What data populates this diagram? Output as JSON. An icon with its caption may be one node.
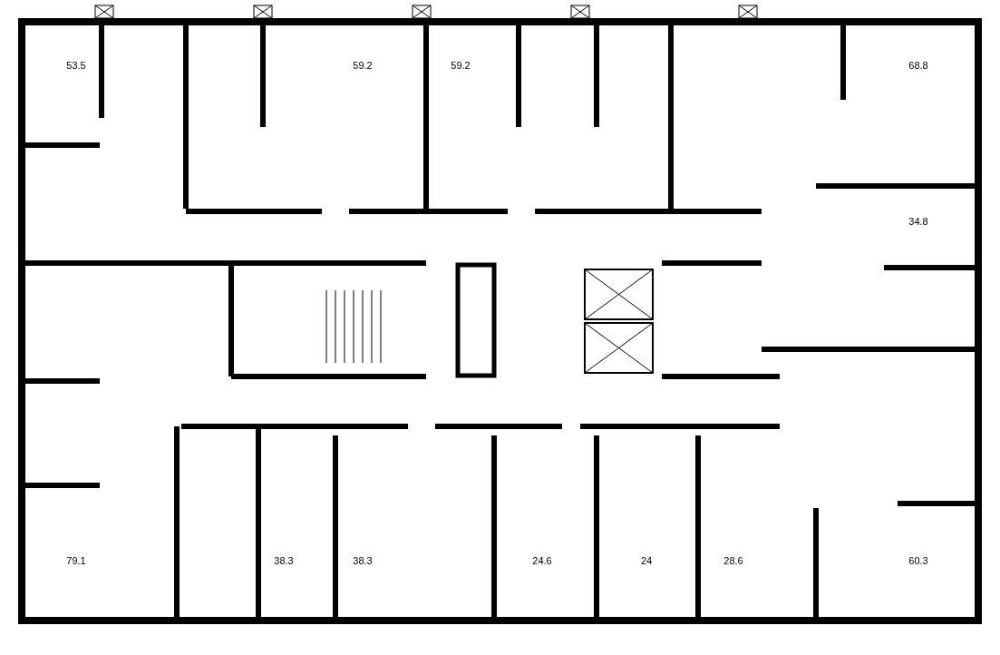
{
  "diagram": {
    "labels": [
      "53.5",
      "59.2",
      "59.2",
      "68.8",
      "34.8",
      "79.1",
      "38.3",
      "38.3",
      "24.6",
      "24",
      "28.6",
      "60.3"
    ]
  }
}
